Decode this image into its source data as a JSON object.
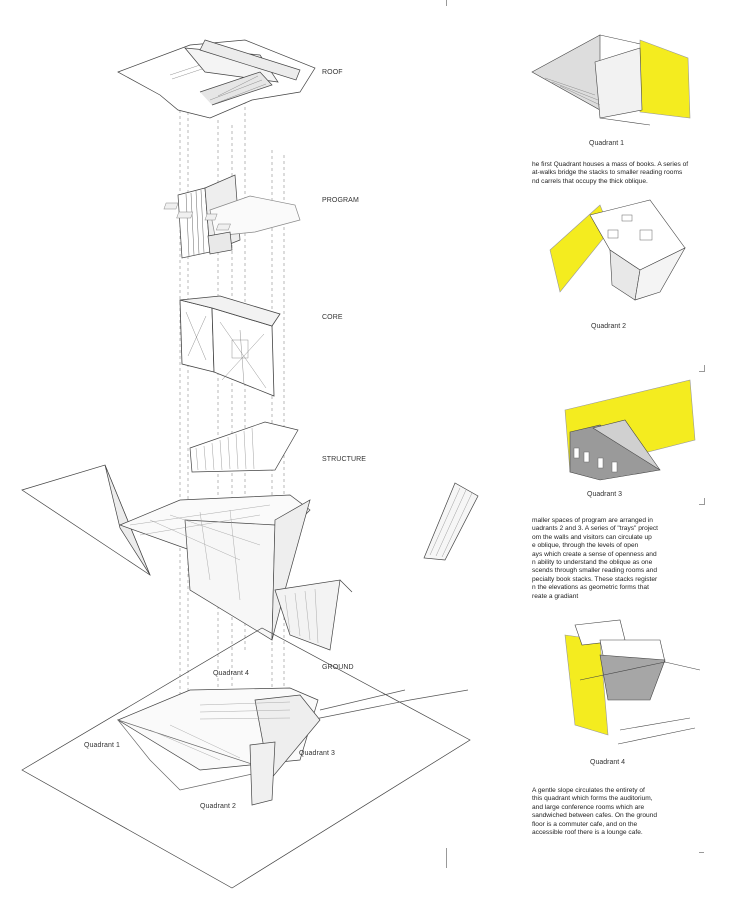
{
  "diagram": {
    "layer_labels": {
      "roof": "ROOF",
      "program": "PROGRAM",
      "core": "CORE",
      "structure": "STRUCTURE",
      "ground": "GROUND"
    },
    "plan_quadrants": {
      "q1": "Quadrant 1",
      "q2": "Quadrant 2",
      "q3": "Quadrant 3",
      "q4": "Quadrant 4"
    }
  },
  "side_panel": {
    "captions": {
      "q1": "Quadrant 1",
      "q2": "Quadrant 2",
      "q3": "Quadrant 3",
      "q4": "Quadrant 4"
    },
    "paragraphs": {
      "p1": [
        "he first Quadrant houses  a mass of books.  A series of",
        "at-walks bridge the stacks to smaller reading rooms",
        "nd carrels that  occupy the thick oblique."
      ],
      "p2": [
        "maller spaces of program are arranged in",
        "uadrants 2 and 3.  A series of \"trays\" project",
        "om the walls and visitors can circulate up",
        "e oblique, through the levels of open",
        "ays which create a sense of openness and",
        "n ability to understand the oblique as one",
        "scends through smaller reading rooms and",
        "pecialty  book stacks.  These  stacks register",
        "n the elevations as geometric forms that",
        "reate a gradiant"
      ],
      "p3": [
        "A gentle slope circulates the entirety of",
        "this quadrant which forms the auditorium,",
        "and large conference rooms which are",
        "sandwiched between cafes.  On the ground",
        "floor is a commuter cafe, and on the",
        "accessible roof there is a lounge cafe."
      ]
    },
    "colors": {
      "accent": "#f4ec1f",
      "line": "#555555",
      "shade": "#9a9a9a"
    }
  }
}
